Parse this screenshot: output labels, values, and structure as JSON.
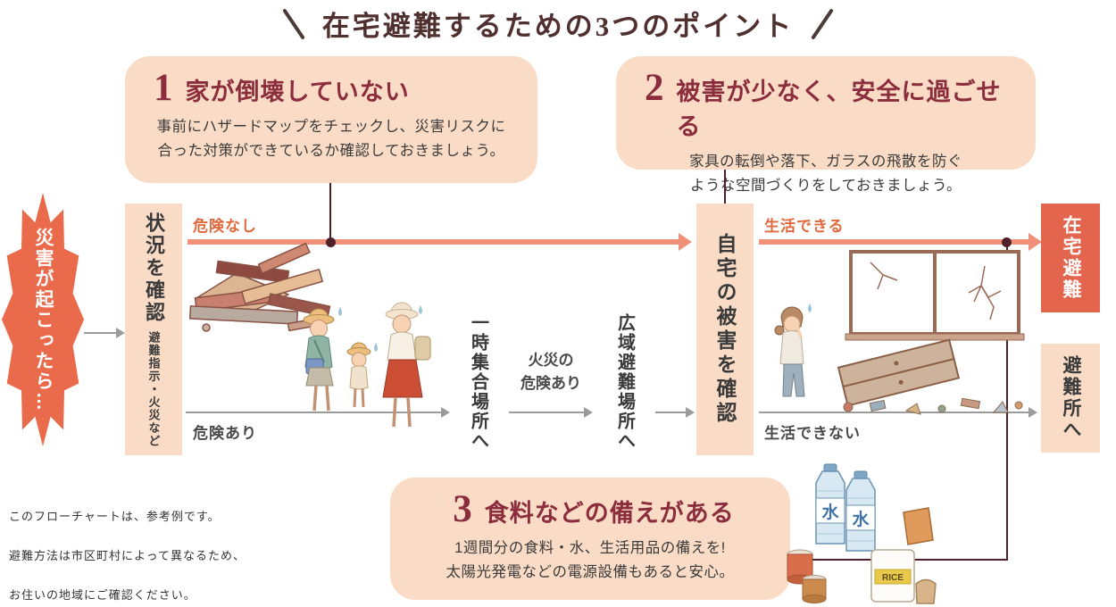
{
  "title": {
    "text": "在宅避難するための3つのポイント"
  },
  "points": [
    {
      "number": "1",
      "heading": "家が倒壊していない",
      "description": "事前にハザードマップをチェックし、災害リスクに\n合った対策ができているか確認しておきましょう。"
    },
    {
      "number": "2",
      "heading": "被害が少なく、安全に過ごせる",
      "description": "家具の転倒や落下、ガラスの飛散を防ぐ\nような空間づくりをしておきましょう。"
    },
    {
      "number": "3",
      "heading": "食料などの備えがある",
      "description": "1週間分の食料・水、生活用品の備えを!\n太陽光発電などの電源設備もあると安心。"
    }
  ],
  "flow": {
    "start": "災害が起こったら…",
    "check_situation": "状況を確認",
    "check_situation_sub": "避難指示・火災など",
    "label_no_danger": "危険なし",
    "label_danger": "危険あり",
    "temporary_assembly_area": "一時集合場所へ",
    "label_fire_danger": "火災の\n危険あり",
    "wide_area_evacuation_site": "広域避難場所へ",
    "check_home_damage": "自宅の被害を確認",
    "label_livable": "生活できる",
    "label_not_livable": "生活できない",
    "shelter_at_home": "在宅避難",
    "to_shelter": "避難所へ"
  },
  "notes": [
    "このフローチャートは、参考例です。",
    "避難方法は市区町村によって異なるため、",
    "お住いの地域にご確認ください。"
  ],
  "illustrations": {
    "supplies": {
      "water_label": "水",
      "rice_label": "RICE"
    }
  },
  "colors": {
    "peach_box": "#fadcc6",
    "maroon_heading": "#8b2d3d",
    "salmon_arrow": "#f09078",
    "accent_orange": "#e06a3e",
    "starburst_orange": "#e96b4c",
    "home_evacuation_box": "#e4654d",
    "gray_arrow": "#9b9b9b",
    "connector": "#4e2029",
    "body_text": "#3a3a3a"
  }
}
